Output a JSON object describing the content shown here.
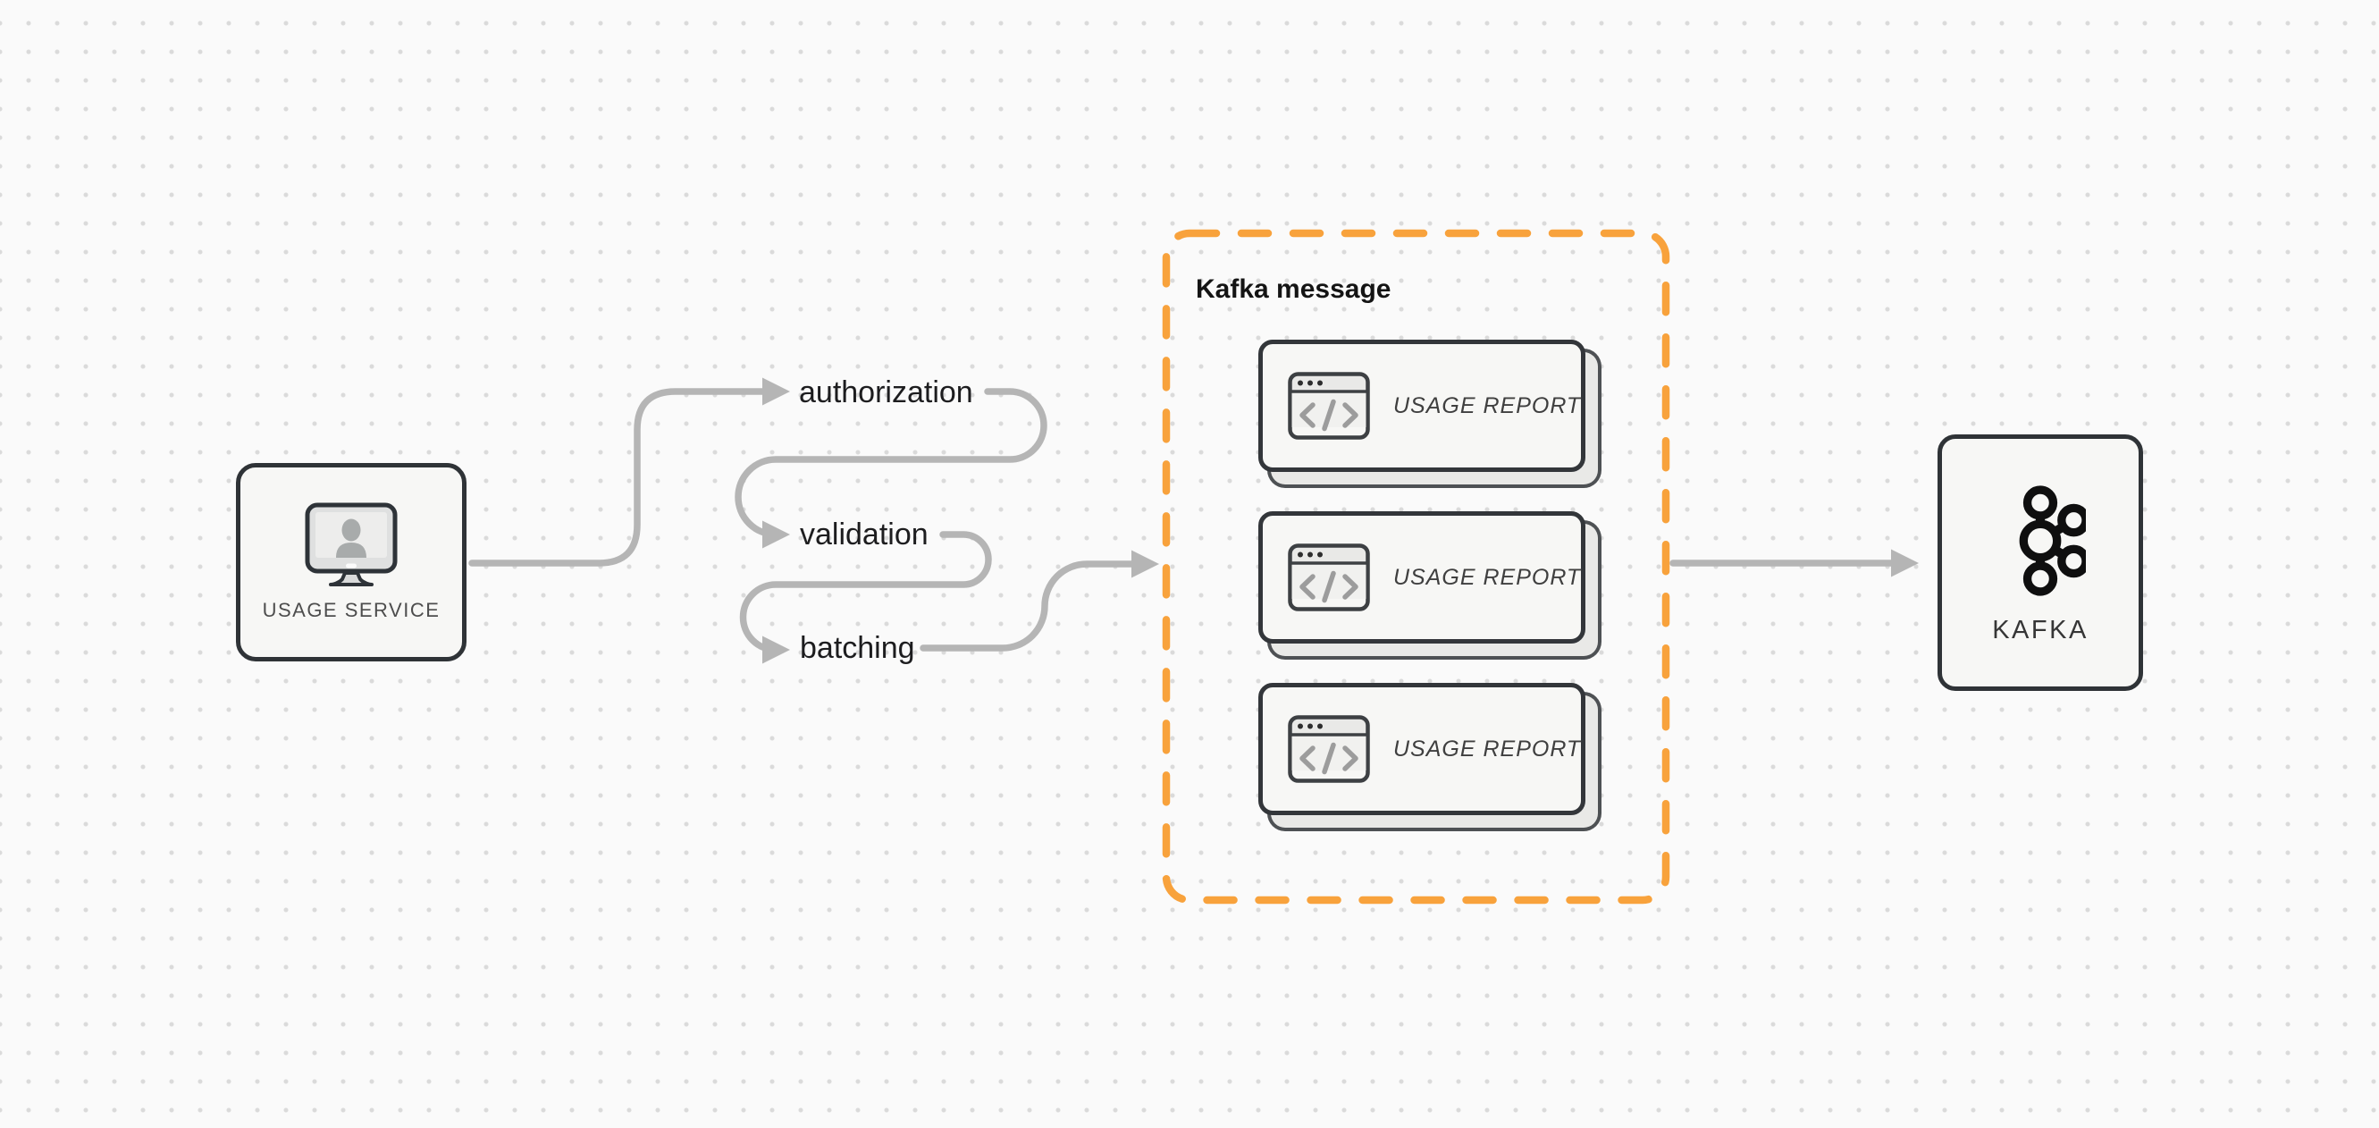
{
  "diagram": {
    "source_node": {
      "label": "USAGE SERVICE",
      "icon": "monitor-user-icon"
    },
    "steps": [
      {
        "label": "authorization"
      },
      {
        "label": "validation"
      },
      {
        "label": "batching"
      }
    ],
    "kafka_message_group": {
      "title": "Kafka message",
      "reports": [
        {
          "label": "USAGE REPORT",
          "icon": "code-window-icon"
        },
        {
          "label": "USAGE REPORT",
          "icon": "code-window-icon"
        },
        {
          "label": "USAGE REPORT",
          "icon": "code-window-icon"
        }
      ]
    },
    "sink_node": {
      "label": "KAFKA",
      "icon": "kafka-logo-icon"
    }
  },
  "colors": {
    "canvas_bg": "#fafafa",
    "dot_grid": "#dadada",
    "connector_gray": "#b5b5b5",
    "accent_orange": "#F8A23C",
    "node_border": "#2f3337",
    "node_fill": "#f7f7f5"
  }
}
